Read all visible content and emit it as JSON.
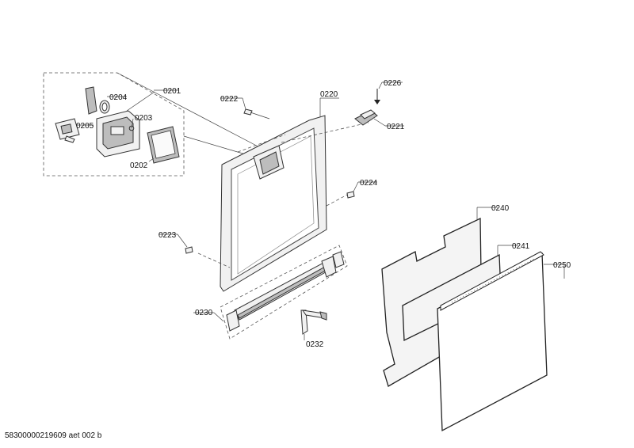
{
  "parts": {
    "p0201": "0201",
    "p0202": "0202",
    "p0203": "0203",
    "p0204": "0204",
    "p0205": "0205",
    "p0220": "0220",
    "p0221": "0221",
    "p0222": "0222",
    "p0223": "0223",
    "p0224": "0224",
    "p0226": "0226",
    "p0230": "0230",
    "p0232": "0232",
    "p0240": "0240",
    "p0241": "0241",
    "p0250": "0250"
  },
  "footer": {
    "code": "58300000219609 aet 002 b"
  }
}
